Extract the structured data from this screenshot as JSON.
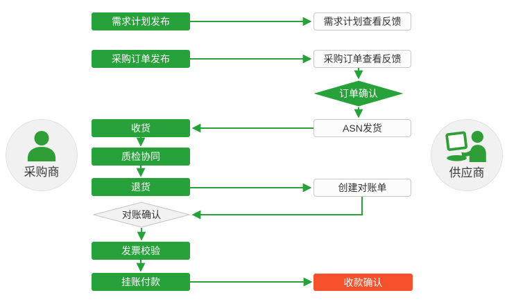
{
  "colors": {
    "flow_green": "#27a23a",
    "alert_red": "#f4512c",
    "node_border_gray": "#c9c9c9",
    "decision_fill_gray": "#f2f2f2",
    "actor_fill_gray": "#f1f1f1",
    "text_dark": "#333333"
  },
  "actors": {
    "buyer": {
      "label": "采购商",
      "icon": "buyer-person-icon"
    },
    "supplier": {
      "label": "供应商",
      "icon": "supplier-laptop-person-icon"
    }
  },
  "buyer_lane": {
    "demand_plan_publish": "需求计划发布",
    "po_publish": "采购订单发布",
    "receive_goods": "收货",
    "quality_collaboration": "质检协同",
    "return_goods": "退货",
    "reconciliation_confirm": "对账确认",
    "invoice_verification": "发票校验",
    "payment_on_account": "挂账付款"
  },
  "supplier_lane": {
    "demand_plan_feedback": "需求计划查看反馈",
    "po_feedback": "采购订单查看反馈",
    "order_confirm": "订单确认",
    "asn_shipping": "ASN发货",
    "create_statement": "创建对账单",
    "receipt_confirm": "收款确认"
  }
}
